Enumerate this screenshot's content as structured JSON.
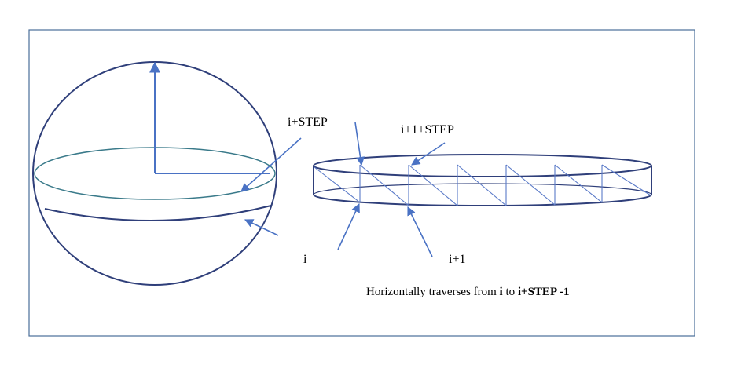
{
  "labels": {
    "i_plus_step": "i+STEP",
    "i_plus_1_plus_step": "i+1+STEP",
    "i": "i",
    "i_plus_1": "i+1"
  },
  "caption": {
    "prefix": "Horizontally traverses from ",
    "from": "i",
    "middle": " to ",
    "to": "i+STEP",
    "suffix": " -1"
  },
  "colors": {
    "frame": "#4a6f9a",
    "sphere": "#2f3f7a",
    "equator": "#3a7a8a",
    "arrow": "#4a72c4",
    "hatch": "#5a7ac8",
    "text": "#000000"
  }
}
